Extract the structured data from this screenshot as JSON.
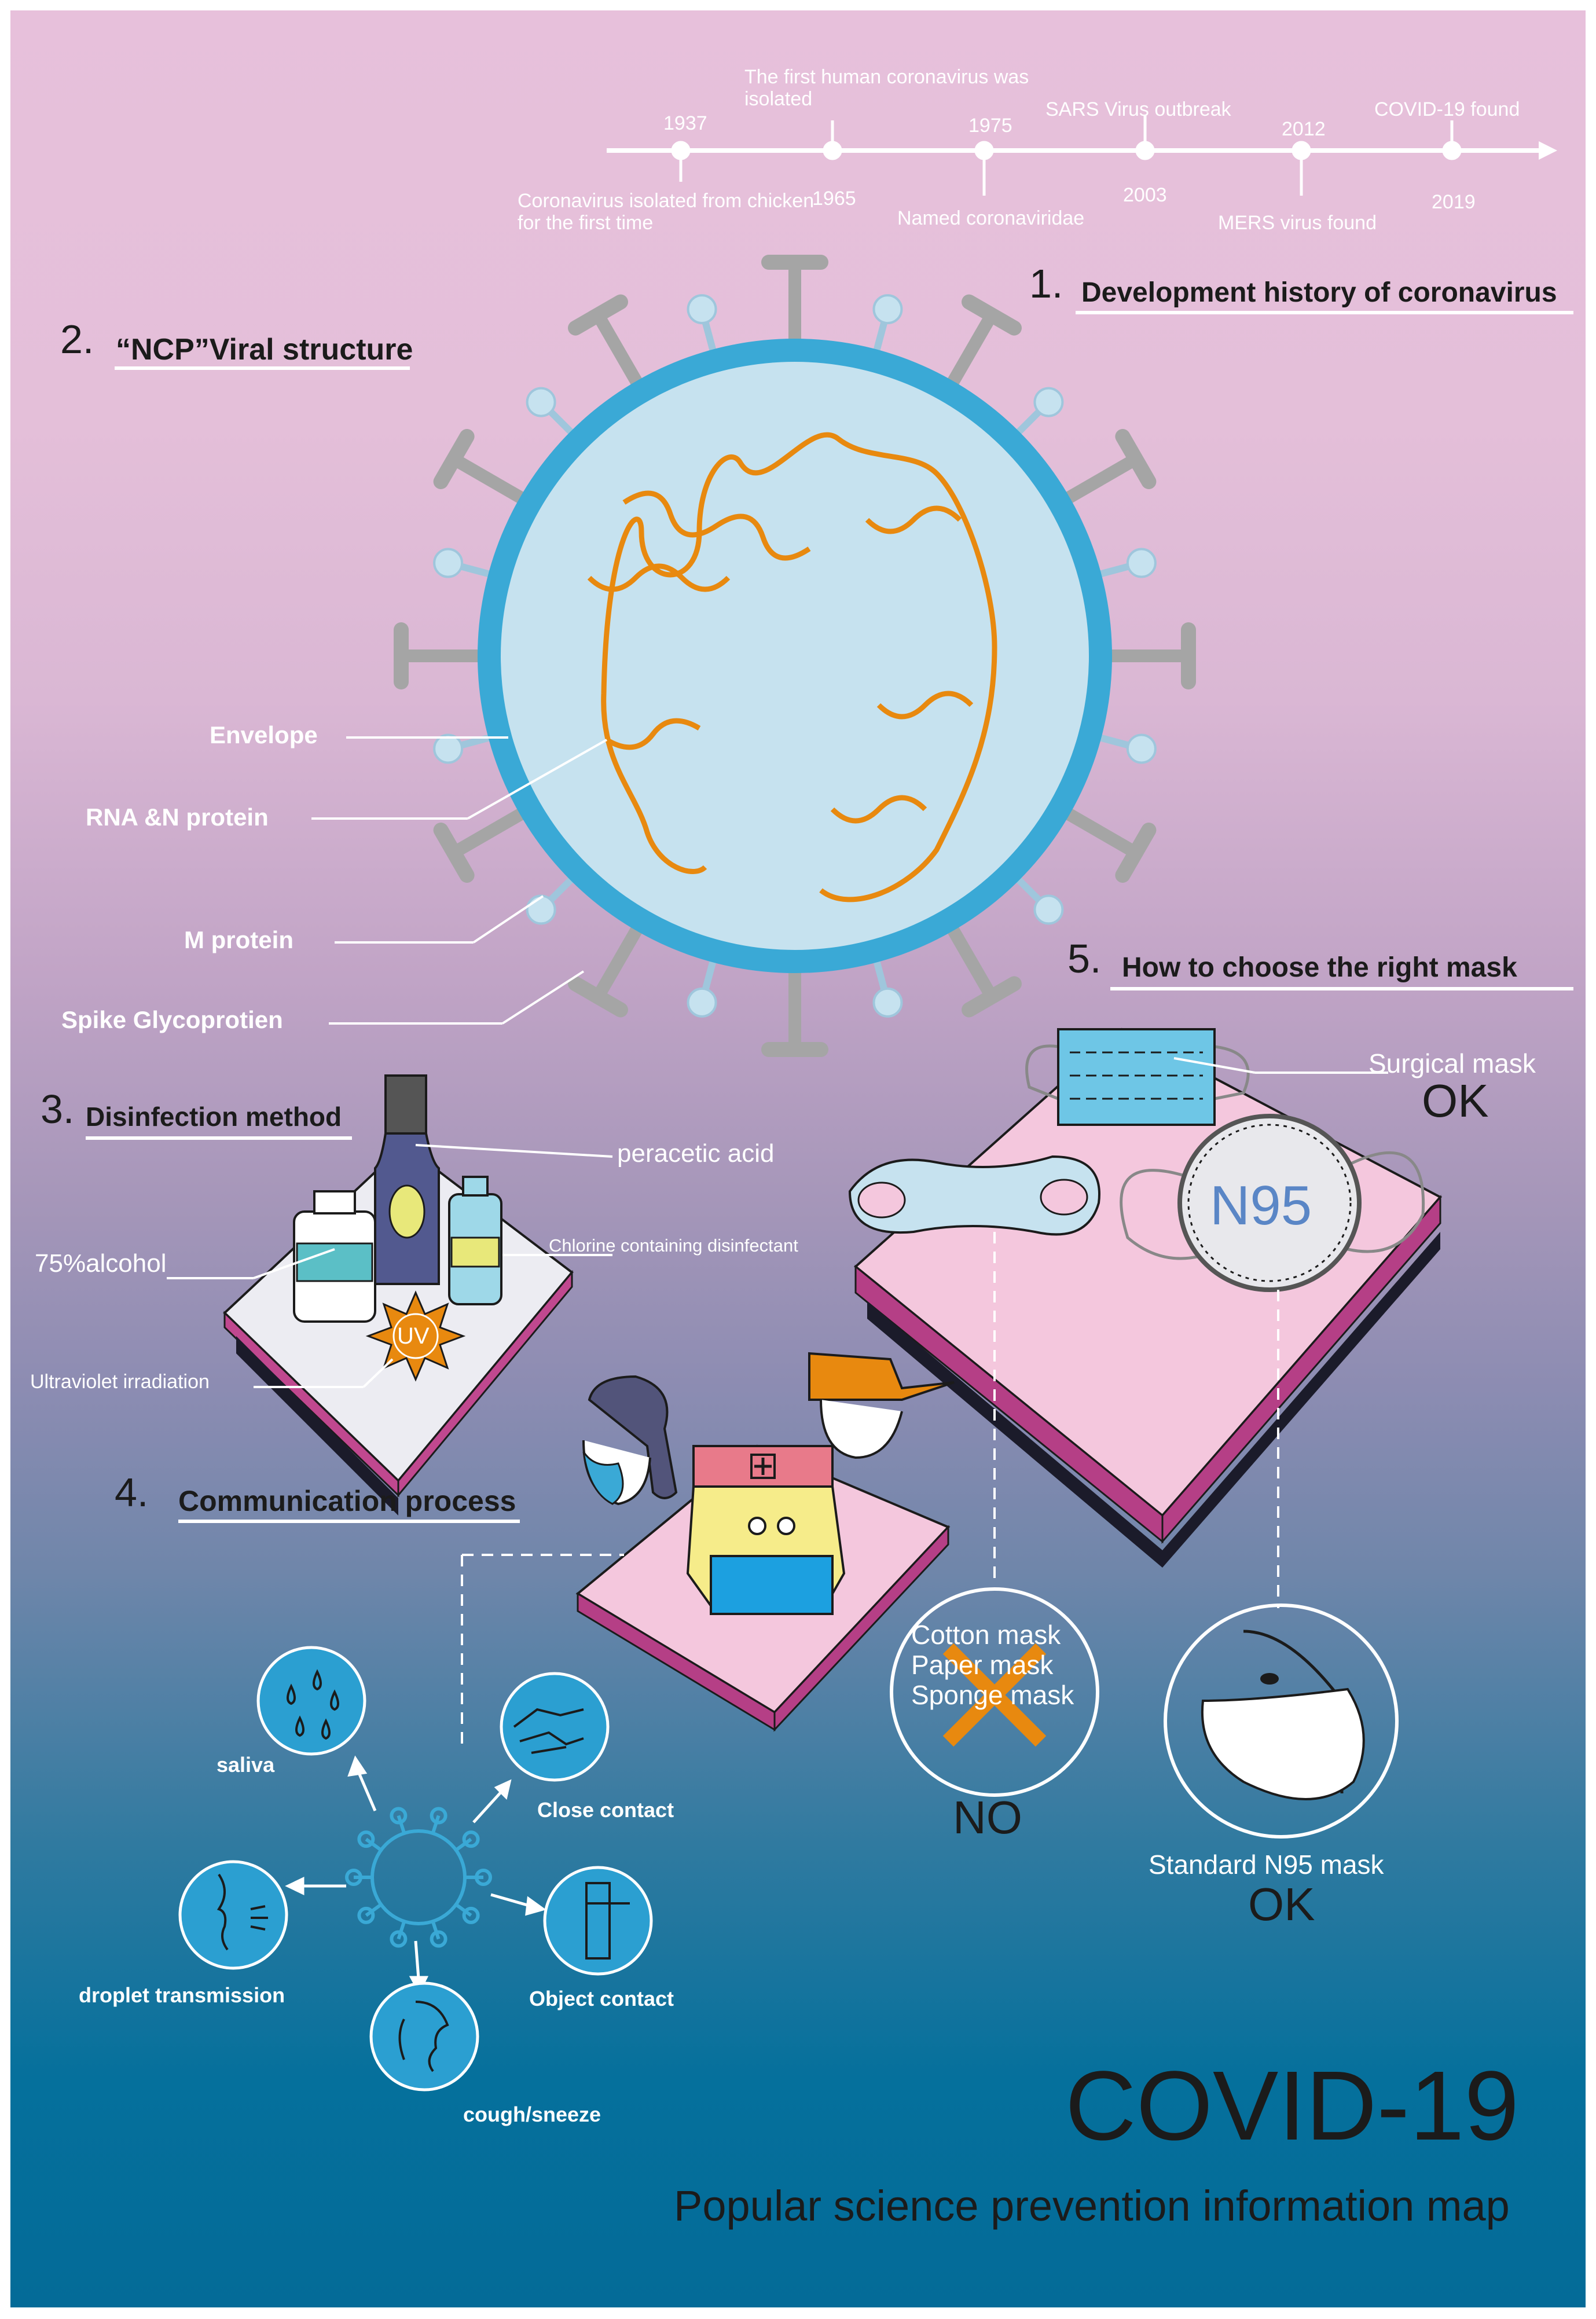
{
  "timeline": {
    "events": [
      {
        "year": "1937",
        "label": "Coronavirus isolated from chicken for the first time"
      },
      {
        "year": "1965",
        "label": "The first human coronavirus was isolated"
      },
      {
        "year": "1975",
        "label": "Named coronaviridae"
      },
      {
        "year": "2003",
        "label": "SARS Virus outbreak"
      },
      {
        "year": "2012",
        "label": "MERS virus found"
      },
      {
        "year": "2019",
        "label": "COVID-19 found"
      }
    ]
  },
  "sections": {
    "history": {
      "num": "1.",
      "title": "Development history of coronavirus"
    },
    "structure": {
      "num": "2.",
      "title": "“NCP”Viral structure"
    },
    "disinfection": {
      "num": "3.",
      "title": "Disinfection method"
    },
    "communication": {
      "num": "4.",
      "title": "Communication process"
    },
    "mask": {
      "num": "5.",
      "title": "How to choose the right mask"
    }
  },
  "virus_labels": {
    "envelope": "Envelope",
    "rna": "RNA &N protein",
    "m_protein": "M protein",
    "spike": "Spike Glycoprotien"
  },
  "disinfection_labels": {
    "peracetic": "peracetic acid",
    "chlorine": "Chlorine containing disinfectant",
    "alcohol": "75%alcohol",
    "uv": "Ultraviolet irradiation",
    "uv_badge": "UV"
  },
  "masks": {
    "surgical": "Surgical mask",
    "surgical_ok": "OK",
    "n95_badge": "N95",
    "bad_types": [
      "Cotton mask",
      "Paper mask",
      "Sponge mask"
    ],
    "no": "NO",
    "standard": "Standard N95 mask",
    "standard_ok": "OK"
  },
  "transmission": {
    "saliva": "saliva",
    "close_contact": "Close contact",
    "droplet": "droplet  transmission",
    "object": "Object contact",
    "cough": "cough/sneeze"
  },
  "footer": {
    "title": "COVID-19",
    "subtitle": "Popular science prevention information map"
  },
  "colors": {
    "virus_fill": "#c6e2ef",
    "envelope": "#3aa9d6",
    "rna": "#e8890f",
    "spike": "#a5a5a5",
    "pink_platform": "#f4c7dd",
    "magenta_edge": "#b53f86"
  }
}
